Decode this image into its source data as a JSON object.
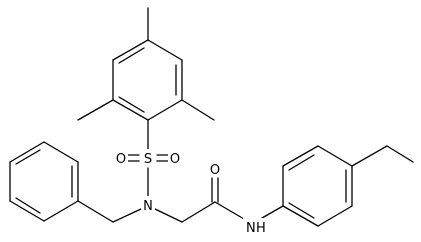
{
  "diagram": {
    "type": "skeletal-structural-formula",
    "bond_color": "#000000",
    "background": "#ffffff",
    "atoms": {
      "sulfur": "S",
      "sulfonyl_oxygen_left": "O",
      "sulfonyl_oxygen_right": "O",
      "sulfonamide_nitrogen": "N",
      "carbonyl_oxygen": "O",
      "amide_nitrogen": "N",
      "amide_hydrogen": "H"
    }
  }
}
